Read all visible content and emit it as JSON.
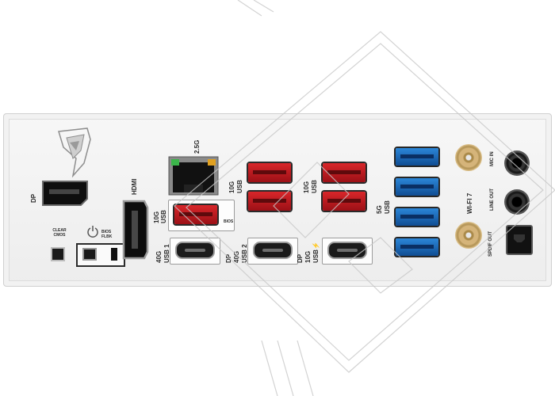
{
  "labels": {
    "dp_main": "DP",
    "clear_cmos": "CLEAR CMOS",
    "bios_flbk": "BIOS FLBK",
    "hdmi": "HDMI",
    "usb_10g_bios_a": "10G",
    "usb_10g_bios_b": "USB",
    "bios": "BIOS",
    "usb40_1_a": "40G",
    "usb40_1_b": "USB 1",
    "lan": "2.5G",
    "usb_10g_a_1": "10G",
    "usb_10g_a_2": "USB",
    "usb_10g_b_1": "10G",
    "usb_10g_b_2": "USB",
    "dp2_a": "DP",
    "dp2_b": "40G",
    "dp2_c": "USB 2",
    "dp3_a": "DP",
    "dp3_b": "10G",
    "dp3_c": "USB⚡",
    "usb_5g_a": "5G",
    "usb_5g_b": "USB",
    "wifi": "WI-FI 7",
    "spdif": "SPDIF OUT",
    "mic_in": "MIC IN",
    "line_out": "LINE OUT"
  },
  "colors": {
    "plate": "#f2f2f2",
    "usb_red": "#c81e24",
    "usb_blue": "#1e6fc4",
    "antenna_gold": "#c8a56a",
    "port_black": "#111111"
  },
  "icons": {
    "logo": "rog-eye-logo",
    "bios_flbk": "power-ring-icon",
    "lan": "rj45-port-icon",
    "watermark": "diagonal-stripe-watermark"
  }
}
